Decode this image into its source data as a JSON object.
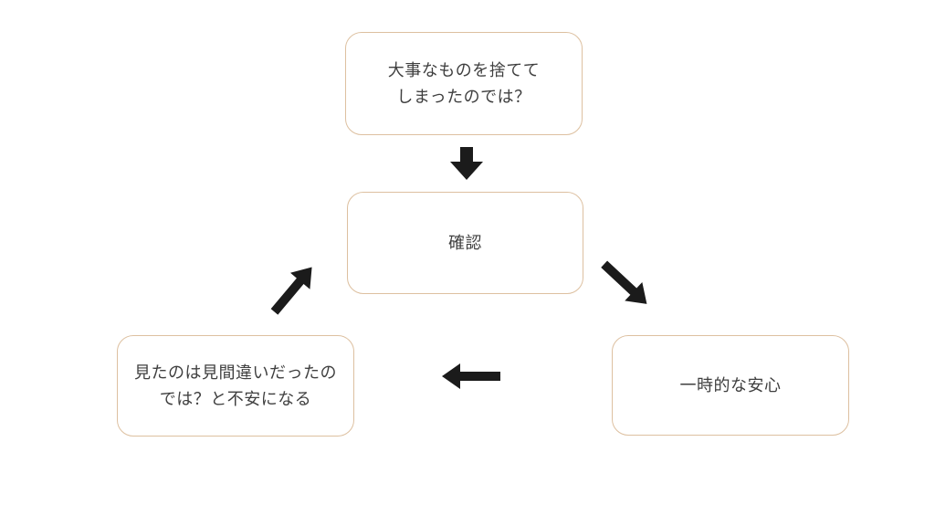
{
  "diagram": {
    "background": "#ffffff",
    "colors": {
      "box_border": "#ddc0a0",
      "box_fill": "#ffffff",
      "arrow": "#1b1b1b",
      "text": "#3f3f3f"
    },
    "nodes": [
      {
        "id": "doubt",
        "text": "大事なものを捨てて\nしまったのでは？"
      },
      {
        "id": "check",
        "text": "確認"
      },
      {
        "id": "anxiety",
        "text": "見たのは見間違いだったの\nでは？と不安になる"
      },
      {
        "id": "relief",
        "text": "一時的な安心"
      }
    ],
    "arrows": [
      {
        "id": "down",
        "from": "doubt",
        "to": "check",
        "direction": "down"
      },
      {
        "id": "down-right",
        "from": "check",
        "to": "relief",
        "direction": "down-right"
      },
      {
        "id": "left",
        "from": "relief",
        "to": "anxiety",
        "direction": "left"
      },
      {
        "id": "up-right",
        "from": "anxiety",
        "to": "check",
        "direction": "up-right"
      }
    ]
  }
}
